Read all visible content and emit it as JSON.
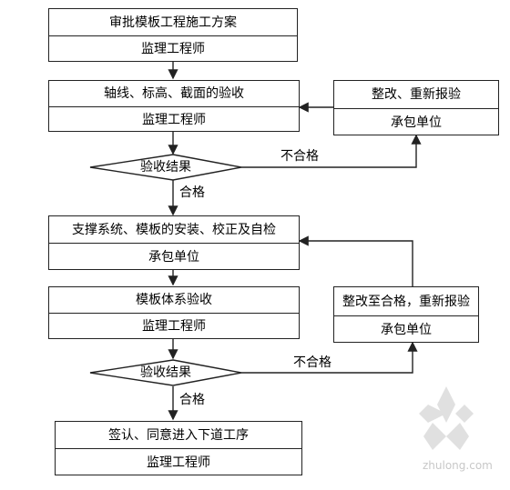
{
  "nodes": {
    "approve_plan": {
      "top": "审批模板工程施工方案",
      "bottom": "监理工程师"
    },
    "check_axis": {
      "top": "轴线、标高、截面的验收",
      "bottom": "监理工程师"
    },
    "rectify_1": {
      "top": "整改、重新报验",
      "bottom": "承包单位"
    },
    "decision_1": {
      "label": "验收结果"
    },
    "install": {
      "top": "支撑系统、模板的安装、校正及自检",
      "bottom": "承包单位"
    },
    "check_system": {
      "top": "模板体系验收",
      "bottom": "监理工程师"
    },
    "rectify_2": {
      "top": "整改至合格，重新报验",
      "bottom": "承包单位"
    },
    "decision_2": {
      "label": "验收结果"
    },
    "sign_off": {
      "top": "签认、同意进入下道工序",
      "bottom": "监理工程师"
    }
  },
  "edges": {
    "fail_1": "不合格",
    "pass_1": "合格",
    "fail_2": "不合格",
    "pass_2": "合格"
  },
  "watermark": {
    "text": "zhulong.com"
  },
  "colors": {
    "line": "#222222",
    "watermark": "#c8c8c8"
  }
}
